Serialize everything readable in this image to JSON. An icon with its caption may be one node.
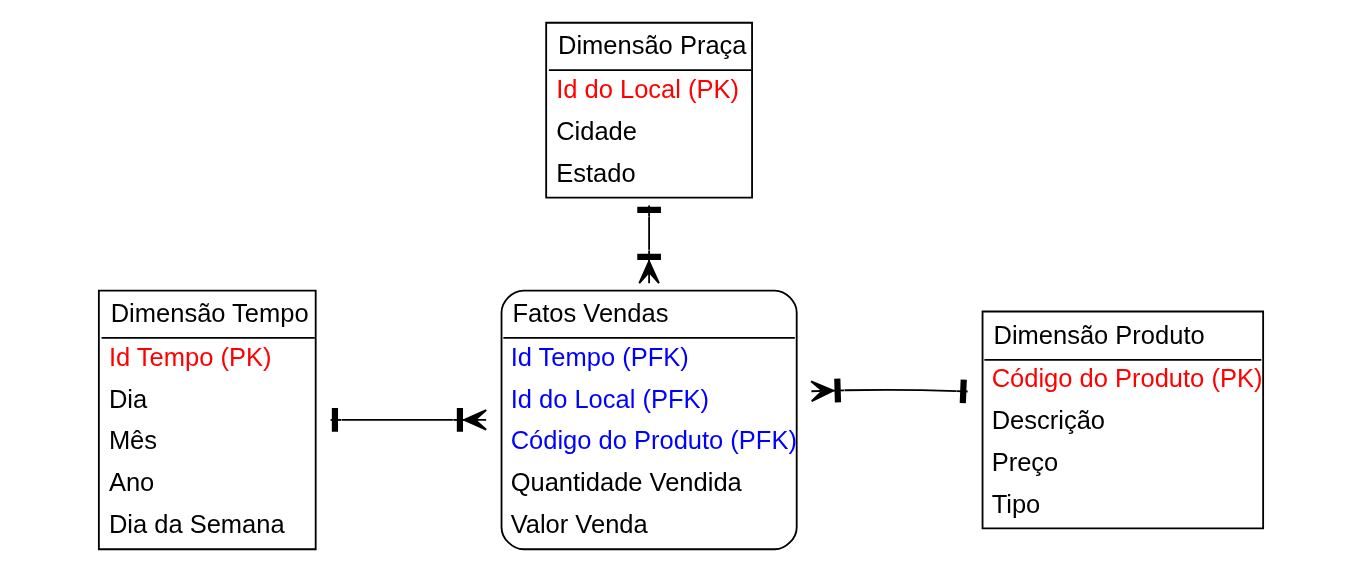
{
  "diagram": {
    "nodes": [
      {
        "text": [
          "Dimensão Praça",
          "Id do Local (PK)",
          "Cidade",
          "Estado"
        ]
      },
      {
        "text": [
          "Dimensão Produto",
          "Código do Produto (PK)",
          "Descrição",
          "Preço",
          "Tipo"
        ]
      },
      {
        "text": [
          "Dimensão Tempo",
          "Id Tempo (PK)",
          "Dia",
          "Mês",
          "Ano",
          "Dia da Semana"
        ]
      },
      {
        "text": [
          "Fatos Vendas",
          "Id Tempo (PFK)",
          "Id do Local (PFK)",
          "Código do Produto (PFK)",
          "Quantidade Vendida",
          "Valor Venda"
        ]
      }
    ],
    "edges": [
      {
        "from": 0,
        "to": 3,
        "arrow": "other"
      },
      {
        "from": 2,
        "to": 3,
        "arrow": "other"
      },
      {
        "from": 1,
        "to": 3,
        "arrow": "other"
      }
    ]
  }
}
